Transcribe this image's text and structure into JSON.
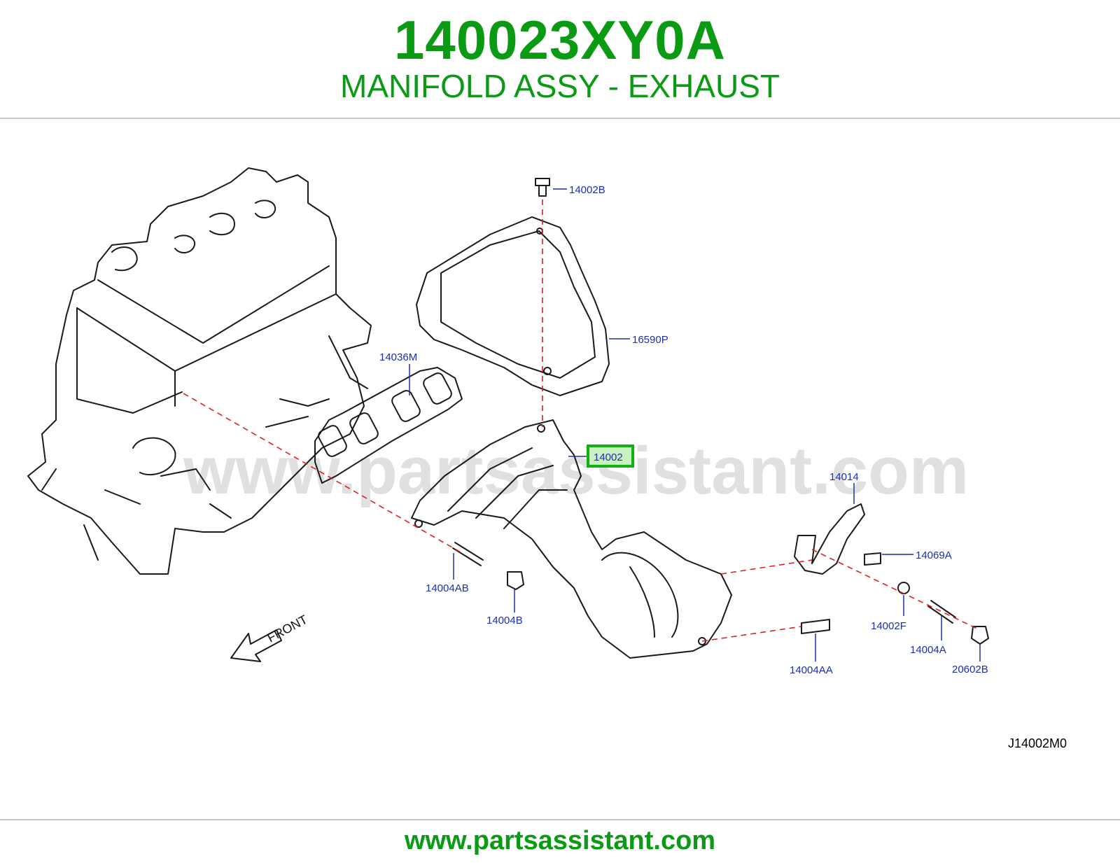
{
  "header": {
    "part_number": "140023XY0A",
    "part_name": "MANIFOLD ASSY - EXHAUST"
  },
  "diagram": {
    "code": "J14002M0",
    "front_label": "FRONT",
    "watermark": "www.partsassistant.com",
    "highlighted_callout": "14002",
    "callouts": {
      "c14002B": "14002B",
      "c16590P": "16590P",
      "c14036M": "14036M",
      "c14002": "14002",
      "c14014": "14014",
      "c14069A": "14069A",
      "c14004AB": "14004AB",
      "c14004B": "14004B",
      "c14002F": "14002F",
      "c14004A": "14004A",
      "c20602B": "20602B",
      "c14004AA": "14004AA"
    }
  },
  "footer": {
    "url": "www.partsassistant.com"
  },
  "colors": {
    "brand_green": "#0a9a14",
    "callout_blue": "#1b2fb0",
    "dash_red": "#e02020",
    "highlight_green": "#12b012"
  }
}
